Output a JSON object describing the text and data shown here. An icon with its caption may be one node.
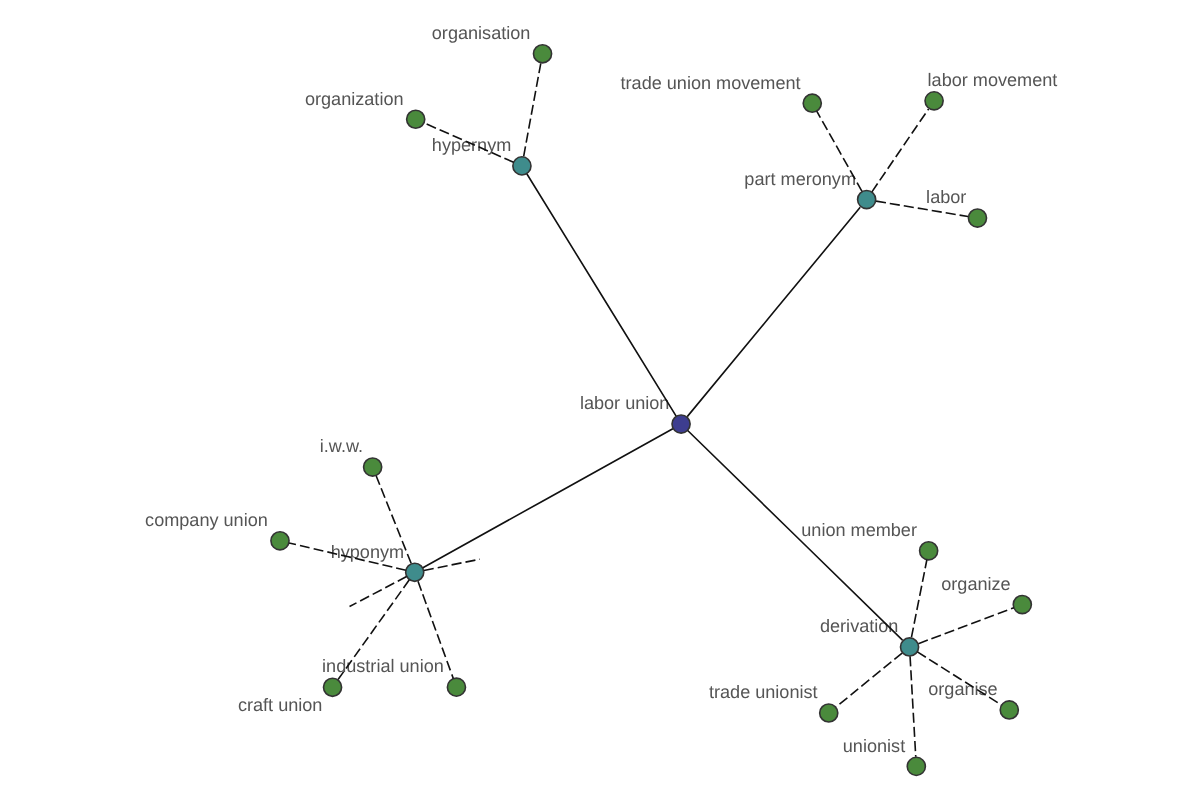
{
  "diagram": {
    "nodes": [
      {
        "text": [
          "labor union"
        ]
      },
      {
        "text": [
          "part meronym"
        ]
      },
      {
        "text": [
          "labor"
        ]
      },
      {
        "text": [
          "trade union movement"
        ]
      },
      {
        "text": [
          "labor movement"
        ]
      },
      {
        "text": [
          "derivation"
        ]
      },
      {
        "text": [
          "trade unionist"
        ]
      },
      {
        "text": [
          "union member"
        ]
      },
      {
        "text": [
          "unionist"
        ]
      },
      {
        "text": [
          "organize"
        ]
      },
      {
        "text": [
          "organise"
        ]
      },
      {
        "text": [
          "hypernym"
        ]
      },
      {
        "text": [
          "organisation"
        ]
      },
      {
        "text": [
          "organization"
        ]
      },
      {
        "text": [
          "hyponym"
        ]
      },
      {
        "text": [
          "industrial union"
        ]
      },
      {
        "text": [
          "i.w.w."
        ]
      },
      {
        "text": [
          "company union"
        ]
      },
      {
        "text": [
          "craft union"
        ]
      }
    ],
    "edges": [
      {
        "from": 0,
        "to": 1,
        "arrow": "none"
      },
      {
        "from": 1,
        "to": 2,
        "arrow": "none",
        "style": "dashed"
      },
      {
        "from": 1,
        "to": 3,
        "arrow": "none",
        "style": "dashed"
      },
      {
        "from": 1,
        "to": 4,
        "arrow": "none",
        "style": "dashed"
      },
      {
        "from": 0,
        "to": 5,
        "arrow": "none"
      },
      {
        "from": 5,
        "to": 6,
        "arrow": "none",
        "style": "dashed"
      },
      {
        "from": 5,
        "to": 7,
        "arrow": "none",
        "style": "dashed"
      },
      {
        "from": 5,
        "to": 8,
        "arrow": "none",
        "style": "dashed"
      },
      {
        "from": 5,
        "to": 9,
        "arrow": "none",
        "style": "dashed"
      },
      {
        "from": 5,
        "to": 10,
        "arrow": "none",
        "style": "dashed"
      },
      {
        "from": 0,
        "to": 11,
        "arrow": "none"
      },
      {
        "from": 11,
        "to": 12,
        "arrow": "none",
        "style": "dashed"
      },
      {
        "from": 11,
        "to": 13,
        "arrow": "none",
        "style": "dashed"
      },
      {
        "from": 0,
        "to": 14,
        "arrow": "none"
      },
      {
        "from": 14,
        "to": 15,
        "arrow": "none",
        "style": "dashed"
      },
      {
        "from": 14,
        "to": 16,
        "arrow": "none",
        "style": "dashed"
      },
      {
        "from": 14,
        "to": 17,
        "arrow": "none",
        "style": "dashed"
      },
      {
        "from": 14,
        "to": 18,
        "arrow": "none",
        "style": "dashed"
      },
      {
        "from": 14,
        "to": null,
        "arrow": "none",
        "style": "dashed"
      },
      {
        "from": 14,
        "to": null,
        "arrow": "none",
        "style": "dashed"
      }
    ]
  }
}
